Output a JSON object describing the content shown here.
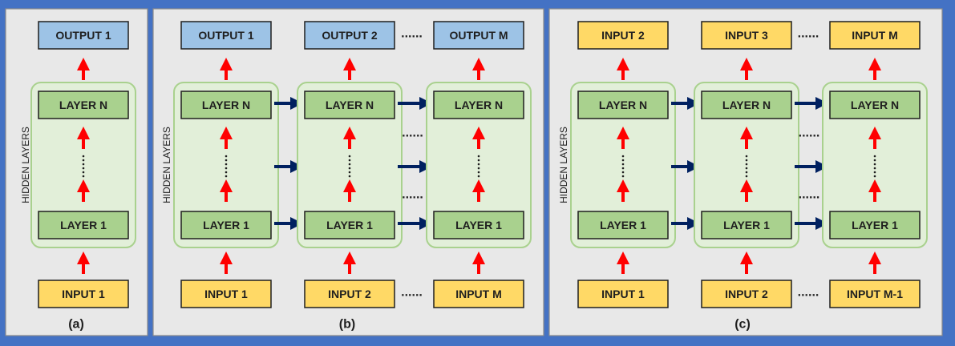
{
  "colors": {
    "background": "#4472c4",
    "panel": "#e8e8e8",
    "hidden_group": "#e2efd9",
    "output_box": "#9dc3e6",
    "input_box": "#ffd966",
    "layer_box": "#a9d18e",
    "red_arrow": "#ff0000",
    "blue_arrow": "#002060"
  },
  "side_label": "HIDDEN LAYERS",
  "layer_top": "LAYER N",
  "layer_bottom": "LAYER 1",
  "dots_text": "......",
  "panels": [
    {
      "caption": "(a)",
      "outputs": [
        "OUTPUT 1"
      ],
      "inputs": [
        "INPUT 1"
      ]
    },
    {
      "caption": "(b)",
      "outputs": [
        "OUTPUT 1",
        "OUTPUT 2",
        "OUTPUT M"
      ],
      "inputs": [
        "INPUT 1",
        "INPUT 2",
        "INPUT M"
      ]
    },
    {
      "caption": "(c)",
      "outputs": [
        "INPUT 2",
        "INPUT 3",
        "INPUT M"
      ],
      "inputs": [
        "INPUT 1",
        "INPUT 2",
        "INPUT M-1"
      ]
    }
  ]
}
